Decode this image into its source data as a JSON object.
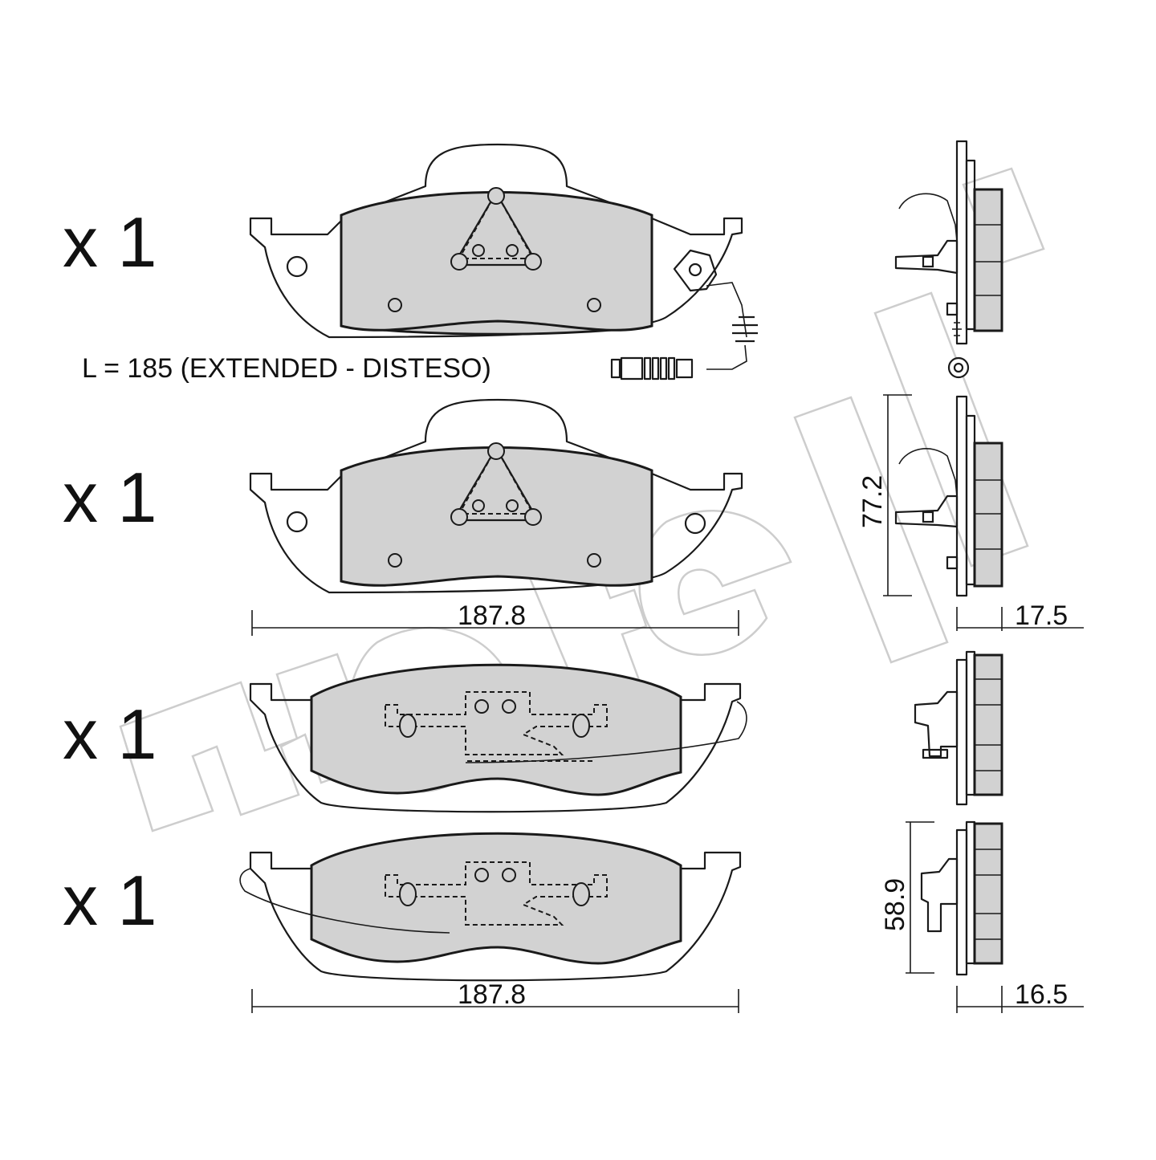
{
  "quantities": [
    "x 1",
    "x 1",
    "x 1",
    "x 1"
  ],
  "sensor_note": "L = 185 (EXTENDED - DISTESO)",
  "dimensions": {
    "upper_width": "187.8",
    "lower_width": "187.8",
    "upper_height": "77.2",
    "lower_height": "58.9",
    "upper_thickness": "17.5",
    "lower_thickness": "16.5"
  },
  "watermark": "metelli",
  "colors": {
    "friction_material": "#d2d2d2",
    "outline": "#1a1a1a",
    "watermark": "#c8c8c8"
  }
}
